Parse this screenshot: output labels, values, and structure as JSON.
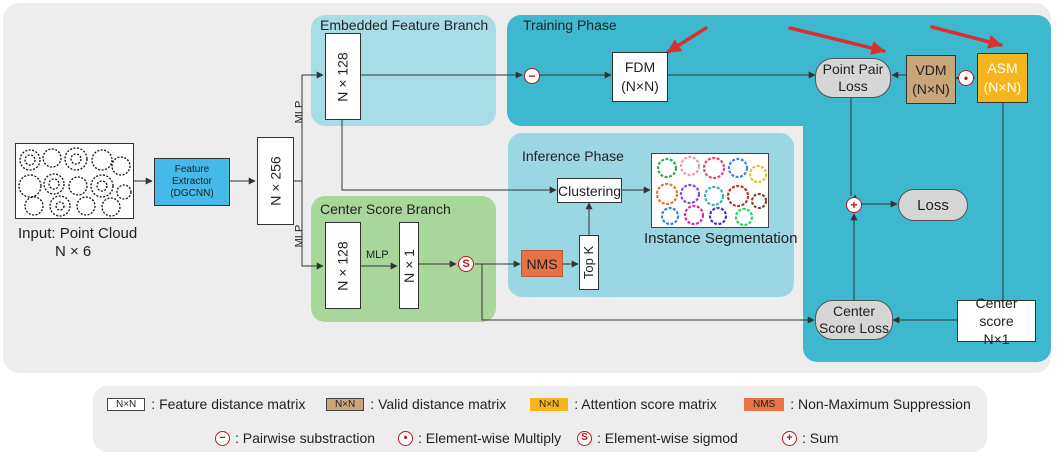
{
  "input": {
    "title": "Input: Point Cloud",
    "dims": "N × 6"
  },
  "feature_extractor": {
    "line1": "Feature",
    "line2": "Extractor",
    "line3": "(DGCNN)"
  },
  "mlp_label": "MLP",
  "n256": "N × 256",
  "embedded_branch": {
    "title": "Embedded Feature Branch",
    "box": "N × 128"
  },
  "center_branch": {
    "title": "Center Score Branch",
    "box1": "N × 128",
    "box2": "N × 1"
  },
  "training": {
    "title": "Training Phase",
    "fdm": "FDM",
    "fdm_dims": "(N×N)",
    "point_pair_loss": [
      "Point Pair",
      "Loss"
    ],
    "vdm": "VDM",
    "vdm_dims": "(N×N)",
    "asm": "ASM",
    "asm_dims": "(N×N)",
    "loss": "Loss",
    "center_score_loss": [
      "Center",
      "Score Loss"
    ],
    "center_score": "Center score",
    "center_score_dims": "N×1"
  },
  "inference": {
    "title": "Inference Phase",
    "clustering": "Clustering",
    "nms": "NMS",
    "topk": "Top K",
    "instance_seg": "Instance Segmentation"
  },
  "ops": {
    "minus": "−",
    "dot": "•",
    "sigmoid": "S",
    "plus": "+"
  },
  "legend": {
    "items": [
      {
        "swatch": "N×N",
        "text": ": Feature distance matrix"
      },
      {
        "swatch": "N×N",
        "text": ": Valid distance matrix"
      },
      {
        "swatch": "N×N",
        "text": ": Attention score matrix"
      },
      {
        "swatch": "NMS",
        "text": ": Non-Maximum Suppression"
      }
    ],
    "ops": [
      {
        "symbol": "−",
        "text": ": Pairwise substraction"
      },
      {
        "symbol": "•",
        "text": ": Element-wise Multiply"
      },
      {
        "symbol": "S",
        "text": ": Element-wise sigmod"
      },
      {
        "symbol": "+",
        "text": ": Sum"
      }
    ]
  },
  "colors": {
    "main_bg": "#ededed",
    "training": "#3db8cf",
    "inference": "#9bd6e3",
    "embedded": "#a9dde6",
    "center": "#a9d79b",
    "feature": "#45b9e8",
    "vdm": "#c9a67a",
    "asm": "#f6b51d",
    "nms": "#e57346",
    "arrow_red": "#d8322c"
  }
}
